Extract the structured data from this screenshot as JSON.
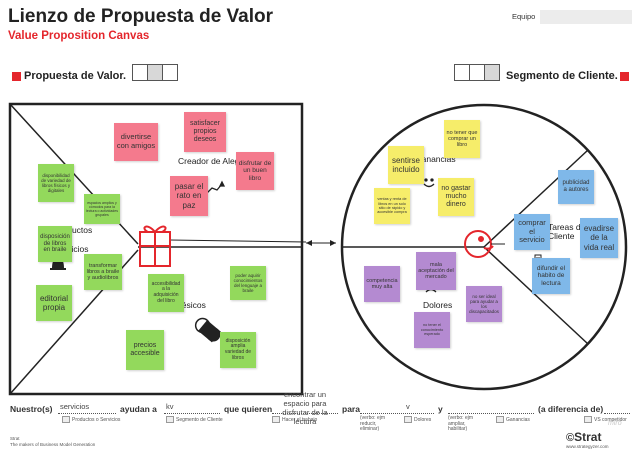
{
  "header": {
    "title": "Lienzo de Propuesta de Valor",
    "subtitle": "Value Proposition Canvas",
    "team_label": "Equipo",
    "team_value": ""
  },
  "sections": {
    "value_proposition": "Propuesta de Valor.",
    "customer_segment": "Segmento de Cliente."
  },
  "value_map": {
    "labels": {
      "gain_creators": "Creador de Alegrías",
      "products_services": "Productos y Servicios",
      "pain_relievers": "Analgésicos"
    },
    "notes": [
      {
        "color": "pink",
        "text": "divertirse con amigos"
      },
      {
        "color": "pink",
        "text": "satisfacer propios deseos"
      },
      {
        "color": "pink",
        "text": "disfrutar de un buen libro"
      },
      {
        "color": "pink",
        "text": "pasar el rato en paz"
      },
      {
        "color": "green",
        "text": "disponibilidad de variedad de libros físicos y digitales"
      },
      {
        "color": "green",
        "text": "espacios amplios y cómodos para la lectura o actividades grupales"
      },
      {
        "color": "green",
        "text": "disposición de libros en braile"
      },
      {
        "color": "green",
        "text": "transformar libros a braile y audiolibros"
      },
      {
        "color": "green",
        "text": "editorial propia"
      },
      {
        "color": "green",
        "text": "accesibilidad a la adquisición del libro"
      },
      {
        "color": "green",
        "text": "poder aquirir conocimientos del lenguaje a braile"
      },
      {
        "color": "green",
        "text": "precios accesible"
      },
      {
        "color": "green",
        "text": "disposición amplia variedad de libros"
      }
    ]
  },
  "customer_profile": {
    "labels": {
      "gains": "Ganancias",
      "jobs": "Tareas del Cliente",
      "pains": "Dolores"
    },
    "notes": [
      {
        "color": "yellow",
        "text": "no tener que comprar un libro"
      },
      {
        "color": "yellow",
        "text": "sentirse incluido"
      },
      {
        "color": "yellow",
        "text": "ventas y renta de libros en un solo sitio de rápido y accesible compra"
      },
      {
        "color": "yellow",
        "text": "no gastar mucho dinero"
      },
      {
        "color": "blue",
        "text": "publicidad a autores"
      },
      {
        "color": "blue",
        "text": "comprar el servicio"
      },
      {
        "color": "blue",
        "text": "evadirse de la vida real"
      },
      {
        "color": "blue",
        "text": "difundir el habito de lectura"
      },
      {
        "color": "purple",
        "text": "mala aceptación del mercado"
      },
      {
        "color": "purple",
        "text": "competencia muy alta"
      },
      {
        "color": "purple",
        "text": "no ser ideal para ayudar a los discapacitados"
      },
      {
        "color": "purple",
        "text": "no tener el conocimiento esperado"
      }
    ]
  },
  "statement": {
    "nuestros": "Nuestro(s)",
    "services_value": "servicios",
    "ayudan_a": "ayudan a",
    "customer_value": "kv",
    "que_quieren": "que quieren",
    "job_value": "encontrar un espacio para disfrutar de la lectura",
    "para": "para",
    "verb_value": "v",
    "y": "y",
    "diferencia": "(a diferencia de)"
  },
  "legend": {
    "items": [
      "Productos o Servicios",
      "Segmento de Cliente",
      "Hacer el trabajo",
      "(verbo: ejm reducir, eliminar)",
      "Dolores",
      "(verbo: ejm ampliar, habilitar)",
      "Ganancias",
      "VS competidor"
    ]
  },
  "footer": {
    "left_line1": "Strat",
    "left_line2": "The makers of Business Model Generation",
    "brand": "Strat",
    "url": "www.strategyzer.com",
    "watermark": "miro"
  },
  "colors": {
    "accent": "#e4262c",
    "pink": "#f47a8d",
    "green": "#93d95c",
    "yellow": "#f6ed6a",
    "purple": "#b48ad1",
    "blue": "#7fb8e9"
  }
}
